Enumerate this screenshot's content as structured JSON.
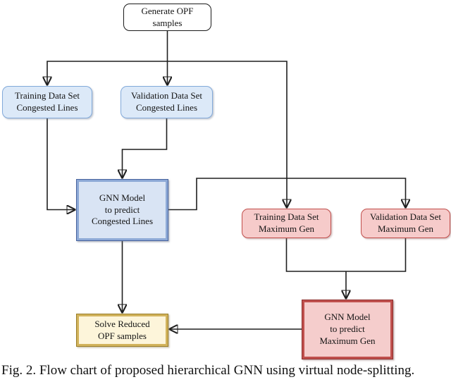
{
  "figure": {
    "caption": "Fig. 2. Flow chart of proposed hierarchical GNN using virtual node-splitting."
  },
  "nodes": {
    "generate_opf": {
      "label": "Generate OPF\nsamples",
      "style": "plain-white"
    },
    "training_congested": {
      "label": "Training Data Set\nCongested Lines",
      "style": "light-blue"
    },
    "validation_congested": {
      "label": "Validation Data Set\nCongested Lines",
      "style": "light-blue"
    },
    "gnn_congested": {
      "label": "GNN Model\nto predict\nCongested Lines",
      "style": "blue-strong-border"
    },
    "training_maxgen": {
      "label": "Training Data Set\nMaximum Gen",
      "style": "light-pink"
    },
    "validation_maxgen": {
      "label": "Validation Data Set\nMaximum Gen",
      "style": "light-pink"
    },
    "gnn_maxgen": {
      "label": "GNN Model\nto predict\nMaximum Gen",
      "style": "pink-strong-border"
    },
    "solve_reduced": {
      "label": "Solve Reduced\nOPF samples",
      "style": "light-yellow"
    }
  },
  "edges": [
    {
      "from": "generate_opf",
      "to": "validation_congested"
    },
    {
      "from": "generate_opf",
      "to": "training_congested"
    },
    {
      "from": "generate_opf",
      "to": "training_maxgen"
    },
    {
      "from": "validation_congested",
      "to": "gnn_congested"
    },
    {
      "from": "training_congested",
      "to": "gnn_congested"
    },
    {
      "from": "gnn_congested",
      "to": "validation_maxgen"
    },
    {
      "from": "training_maxgen",
      "to": "gnn_maxgen"
    },
    {
      "from": "validation_maxgen",
      "to": "gnn_maxgen"
    },
    {
      "from": "gnn_congested",
      "to": "solve_reduced"
    },
    {
      "from": "gnn_maxgen",
      "to": "solve_reduced"
    }
  ],
  "colors": {
    "blue_fill": "#dce9f8",
    "blue_border": "#82aada",
    "blue_strong_band": "#8da9d6",
    "blue_strong_outline": "#47639e",
    "pink_fill": "#f6cbca",
    "pink_border": "#c14f4c",
    "pink_strong_band": "#c0504d",
    "pink_strong_outline": "#8e2f2d",
    "yellow_fill": "#fdf5da",
    "yellow_band": "#d2b35c",
    "line": "#1f1f1f"
  }
}
